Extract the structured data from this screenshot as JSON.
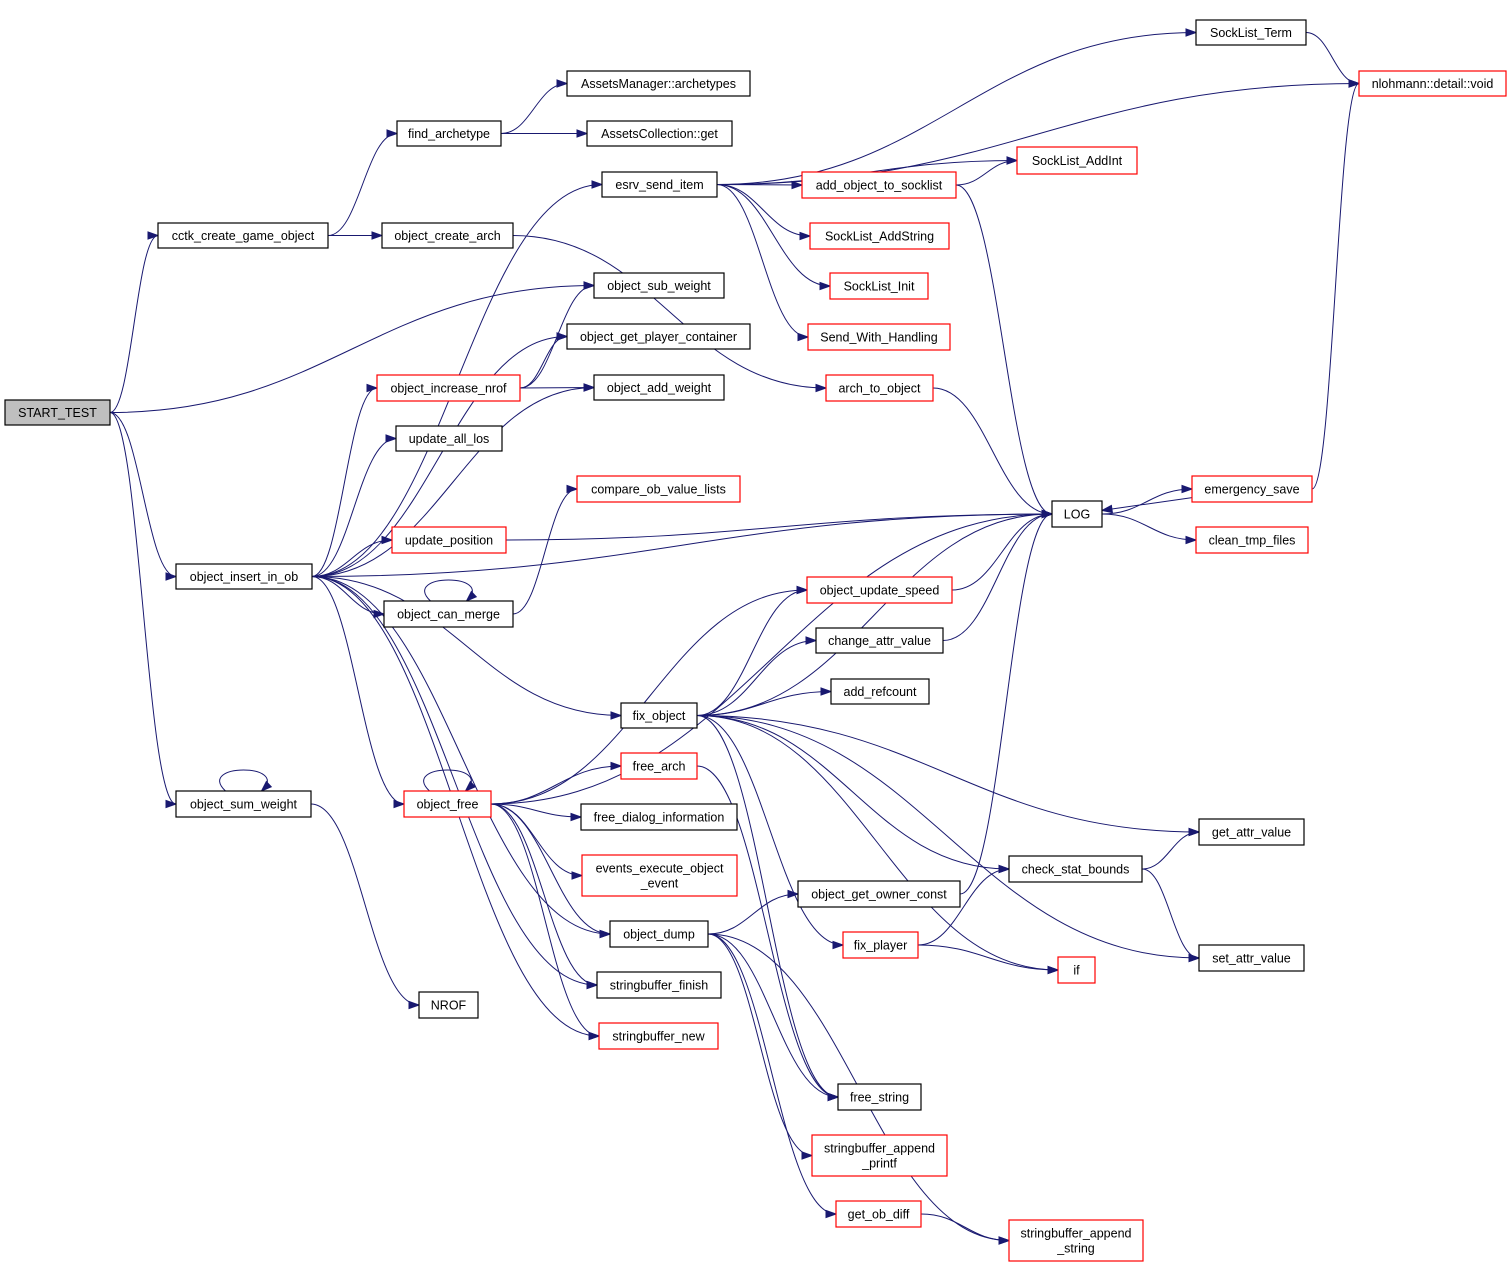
{
  "colors": {
    "edge": "#191970",
    "normal_border": "#000000",
    "red_border": "#ff0000",
    "root_fill": "#bfbfbf",
    "node_fill": "#ffffff"
  },
  "nodes": [
    {
      "id": "start_test",
      "lines": [
        "START_TEST"
      ],
      "style": "root"
    },
    {
      "id": "cctk_create_game_object",
      "lines": [
        "cctk_create_game_object"
      ],
      "style": "normal"
    },
    {
      "id": "find_archetype",
      "lines": [
        "find_archetype"
      ],
      "style": "normal"
    },
    {
      "id": "assetsmanager_archetypes",
      "lines": [
        "AssetsManager::archetypes"
      ],
      "style": "normal"
    },
    {
      "id": "assetscollection_get",
      "lines": [
        "AssetsCollection::get"
      ],
      "style": "normal"
    },
    {
      "id": "esrv_send_item",
      "lines": [
        "esrv_send_item"
      ],
      "style": "normal"
    },
    {
      "id": "socklist_term",
      "lines": [
        "SockList_Term"
      ],
      "style": "normal"
    },
    {
      "id": "nlohmann_void",
      "lines": [
        "nlohmann::detail::void"
      ],
      "style": "red"
    },
    {
      "id": "socklist_addint",
      "lines": [
        "SockList_AddInt"
      ],
      "style": "red"
    },
    {
      "id": "add_object_to_socklist",
      "lines": [
        "add_object_to_socklist"
      ],
      "style": "red"
    },
    {
      "id": "object_create_arch",
      "lines": [
        "object_create_arch"
      ],
      "style": "normal"
    },
    {
      "id": "socklist_addstring",
      "lines": [
        "SockList_AddString"
      ],
      "style": "red"
    },
    {
      "id": "socklist_init",
      "lines": [
        "SockList_Init"
      ],
      "style": "red"
    },
    {
      "id": "object_sub_weight",
      "lines": [
        "object_sub_weight"
      ],
      "style": "normal"
    },
    {
      "id": "object_get_player_container",
      "lines": [
        "object_get_player_container"
      ],
      "style": "normal"
    },
    {
      "id": "send_with_handling",
      "lines": [
        "Send_With_Handling"
      ],
      "style": "red"
    },
    {
      "id": "object_increase_nrof",
      "lines": [
        "object_increase_nrof"
      ],
      "style": "red"
    },
    {
      "id": "object_add_weight",
      "lines": [
        "object_add_weight"
      ],
      "style": "normal"
    },
    {
      "id": "arch_to_object",
      "lines": [
        "arch_to_object"
      ],
      "style": "red"
    },
    {
      "id": "update_all_los",
      "lines": [
        "update_all_los"
      ],
      "style": "normal"
    },
    {
      "id": "compare_ob_value_lists",
      "lines": [
        "compare_ob_value_lists"
      ],
      "style": "red"
    },
    {
      "id": "emergency_save",
      "lines": [
        "emergency_save"
      ],
      "style": "red"
    },
    {
      "id": "log",
      "lines": [
        "LOG"
      ],
      "style": "normal"
    },
    {
      "id": "update_position",
      "lines": [
        "update_position"
      ],
      "style": "red"
    },
    {
      "id": "clean_tmp_files",
      "lines": [
        "clean_tmp_files"
      ],
      "style": "red"
    },
    {
      "id": "object_insert_in_ob",
      "lines": [
        "object_insert_in_ob"
      ],
      "style": "normal"
    },
    {
      "id": "object_update_speed",
      "lines": [
        "object_update_speed"
      ],
      "style": "red"
    },
    {
      "id": "object_can_merge",
      "lines": [
        "object_can_merge"
      ],
      "style": "normal"
    },
    {
      "id": "change_attr_value",
      "lines": [
        "change_attr_value"
      ],
      "style": "normal"
    },
    {
      "id": "add_refcount",
      "lines": [
        "add_refcount"
      ],
      "style": "normal"
    },
    {
      "id": "fix_object",
      "lines": [
        "fix_object"
      ],
      "style": "normal"
    },
    {
      "id": "free_arch",
      "lines": [
        "free_arch"
      ],
      "style": "red"
    },
    {
      "id": "object_sum_weight",
      "lines": [
        "object_sum_weight"
      ],
      "style": "normal"
    },
    {
      "id": "object_free",
      "lines": [
        "object_free"
      ],
      "style": "red"
    },
    {
      "id": "free_dialog_information",
      "lines": [
        "free_dialog_information"
      ],
      "style": "normal"
    },
    {
      "id": "get_attr_value",
      "lines": [
        "get_attr_value"
      ],
      "style": "normal"
    },
    {
      "id": "events_execute_object_event",
      "lines": [
        "events_execute_object",
        "_event"
      ],
      "style": "red"
    },
    {
      "id": "check_stat_bounds",
      "lines": [
        "check_stat_bounds"
      ],
      "style": "normal"
    },
    {
      "id": "object_get_owner_const",
      "lines": [
        "object_get_owner_const"
      ],
      "style": "normal"
    },
    {
      "id": "object_dump",
      "lines": [
        "object_dump"
      ],
      "style": "normal"
    },
    {
      "id": "fix_player",
      "lines": [
        "fix_player"
      ],
      "style": "red"
    },
    {
      "id": "set_attr_value",
      "lines": [
        "set_attr_value"
      ],
      "style": "normal"
    },
    {
      "id": "if",
      "lines": [
        "if"
      ],
      "style": "red"
    },
    {
      "id": "stringbuffer_finish",
      "lines": [
        "stringbuffer_finish"
      ],
      "style": "normal"
    },
    {
      "id": "nrof",
      "lines": [
        "NROF"
      ],
      "style": "normal"
    },
    {
      "id": "stringbuffer_new",
      "lines": [
        "stringbuffer_new"
      ],
      "style": "red"
    },
    {
      "id": "free_string",
      "lines": [
        "free_string"
      ],
      "style": "normal"
    },
    {
      "id": "stringbuffer_append_printf",
      "lines": [
        "stringbuffer_append",
        "_printf"
      ],
      "style": "red"
    },
    {
      "id": "get_ob_diff",
      "lines": [
        "get_ob_diff"
      ],
      "style": "red"
    },
    {
      "id": "stringbuffer_append_string",
      "lines": [
        "stringbuffer_append",
        "_string"
      ],
      "style": "red"
    }
  ],
  "edges": [
    {
      "from": "start_test",
      "to": "cctk_create_game_object"
    },
    {
      "from": "start_test",
      "to": "object_sub_weight"
    },
    {
      "from": "start_test",
      "to": "object_insert_in_ob"
    },
    {
      "from": "start_test",
      "to": "object_sum_weight"
    },
    {
      "from": "cctk_create_game_object",
      "to": "find_archetype"
    },
    {
      "from": "cctk_create_game_object",
      "to": "object_create_arch"
    },
    {
      "from": "find_archetype",
      "to": "assetsmanager_archetypes"
    },
    {
      "from": "find_archetype",
      "to": "assetscollection_get"
    },
    {
      "from": "object_create_arch",
      "to": "arch_to_object"
    },
    {
      "from": "esrv_send_item",
      "to": "socklist_term"
    },
    {
      "from": "esrv_send_item",
      "to": "nlohmann_void"
    },
    {
      "from": "esrv_send_item",
      "to": "socklist_addint"
    },
    {
      "from": "esrv_send_item",
      "to": "add_object_to_socklist"
    },
    {
      "from": "esrv_send_item",
      "to": "socklist_addstring"
    },
    {
      "from": "esrv_send_item",
      "to": "socklist_init"
    },
    {
      "from": "esrv_send_item",
      "to": "send_with_handling"
    },
    {
      "from": "socklist_term",
      "to": "nlohmann_void"
    },
    {
      "from": "add_object_to_socklist",
      "to": "socklist_addint"
    },
    {
      "from": "add_object_to_socklist",
      "to": "log"
    },
    {
      "from": "arch_to_object",
      "to": "log"
    },
    {
      "from": "object_increase_nrof",
      "to": "object_sub_weight"
    },
    {
      "from": "object_increase_nrof",
      "to": "object_get_player_container"
    },
    {
      "from": "object_increase_nrof",
      "to": "object_add_weight"
    },
    {
      "from": "emergency_save",
      "to": "nlohmann_void"
    },
    {
      "from": "emergency_save",
      "to": "log"
    },
    {
      "from": "log",
      "to": "emergency_save"
    },
    {
      "from": "log",
      "to": "clean_tmp_files"
    },
    {
      "from": "update_position",
      "to": "log"
    },
    {
      "from": "object_insert_in_ob",
      "to": "esrv_send_item"
    },
    {
      "from": "object_insert_in_ob",
      "to": "object_get_player_container"
    },
    {
      "from": "object_insert_in_ob",
      "to": "object_increase_nrof"
    },
    {
      "from": "object_insert_in_ob",
      "to": "update_all_los"
    },
    {
      "from": "object_insert_in_ob",
      "to": "object_add_weight"
    },
    {
      "from": "object_insert_in_ob",
      "to": "update_position"
    },
    {
      "from": "object_insert_in_ob",
      "to": "object_can_merge"
    },
    {
      "from": "object_insert_in_ob",
      "to": "log"
    },
    {
      "from": "object_insert_in_ob",
      "to": "fix_object"
    },
    {
      "from": "object_insert_in_ob",
      "to": "object_free"
    },
    {
      "from": "object_insert_in_ob",
      "to": "object_dump"
    },
    {
      "from": "object_insert_in_ob",
      "to": "stringbuffer_finish"
    },
    {
      "from": "object_insert_in_ob",
      "to": "stringbuffer_new"
    },
    {
      "from": "object_can_merge",
      "to": "object_can_merge"
    },
    {
      "from": "object_can_merge",
      "to": "compare_ob_value_lists"
    },
    {
      "from": "object_update_speed",
      "to": "log"
    },
    {
      "from": "change_attr_value",
      "to": "log"
    },
    {
      "from": "fix_object",
      "to": "object_update_speed"
    },
    {
      "from": "fix_object",
      "to": "change_attr_value"
    },
    {
      "from": "fix_object",
      "to": "add_refcount"
    },
    {
      "from": "fix_object",
      "to": "log"
    },
    {
      "from": "fix_object",
      "to": "get_attr_value"
    },
    {
      "from": "fix_object",
      "to": "check_stat_bounds"
    },
    {
      "from": "fix_object",
      "to": "fix_player"
    },
    {
      "from": "fix_object",
      "to": "if"
    },
    {
      "from": "fix_object",
      "to": "set_attr_value"
    },
    {
      "from": "fix_object",
      "to": "free_string"
    },
    {
      "from": "free_arch",
      "to": "free_string"
    },
    {
      "from": "object_sum_weight",
      "to": "object_sum_weight"
    },
    {
      "from": "object_sum_weight",
      "to": "nrof"
    },
    {
      "from": "object_free",
      "to": "object_free"
    },
    {
      "from": "object_free",
      "to": "object_update_speed"
    },
    {
      "from": "object_free",
      "to": "log"
    },
    {
      "from": "object_free",
      "to": "free_arch"
    },
    {
      "from": "object_free",
      "to": "free_dialog_information"
    },
    {
      "from": "object_free",
      "to": "events_execute_object_event"
    },
    {
      "from": "object_free",
      "to": "object_dump"
    },
    {
      "from": "object_free",
      "to": "stringbuffer_finish"
    },
    {
      "from": "object_free",
      "to": "stringbuffer_new"
    },
    {
      "from": "check_stat_bounds",
      "to": "get_attr_value"
    },
    {
      "from": "check_stat_bounds",
      "to": "set_attr_value"
    },
    {
      "from": "object_get_owner_const",
      "to": "log"
    },
    {
      "from": "object_dump",
      "to": "object_get_owner_const"
    },
    {
      "from": "object_dump",
      "to": "free_string"
    },
    {
      "from": "object_dump",
      "to": "stringbuffer_append_printf"
    },
    {
      "from": "object_dump",
      "to": "get_ob_diff"
    },
    {
      "from": "object_dump",
      "to": "stringbuffer_append_string"
    },
    {
      "from": "fix_player",
      "to": "check_stat_bounds"
    },
    {
      "from": "fix_player",
      "to": "if"
    },
    {
      "from": "get_ob_diff",
      "to": "stringbuffer_append_string"
    }
  ]
}
